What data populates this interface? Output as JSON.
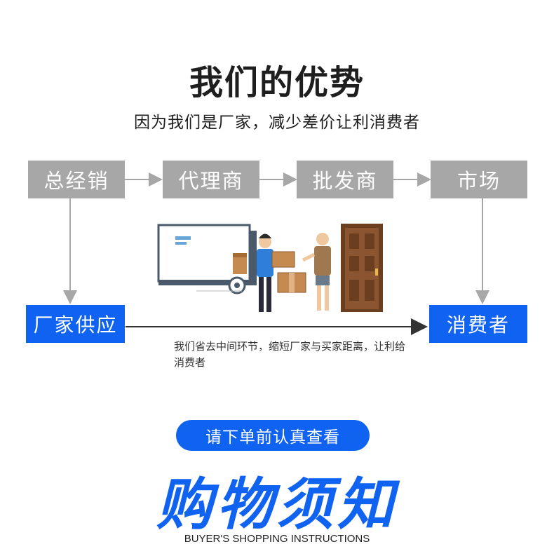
{
  "title": "我们的优势",
  "subtitle": "因为我们是厂家，减少差价让利消费者",
  "chain": [
    "总经销",
    "代理商",
    "批发商",
    "市场"
  ],
  "direct": {
    "supplier": "厂家供应",
    "consumer": "消费者",
    "note": "我们省去中间环节，缩短厂家与买家距离，让利给消费者"
  },
  "pill": "请下单前认真查看",
  "big_title": "购物须知",
  "english": "BUYER'S SHOPPING INSTRUCTIONS",
  "colors": {
    "gray": "#a7a7a7",
    "blue": "#1063f0",
    "arrow": "#a7a7a7",
    "dark_arrow": "#333333"
  },
  "illustration_icons": [
    "delivery-truck-icon",
    "courier-icon",
    "package-box-icon",
    "customer-icon",
    "wooden-door-icon"
  ]
}
